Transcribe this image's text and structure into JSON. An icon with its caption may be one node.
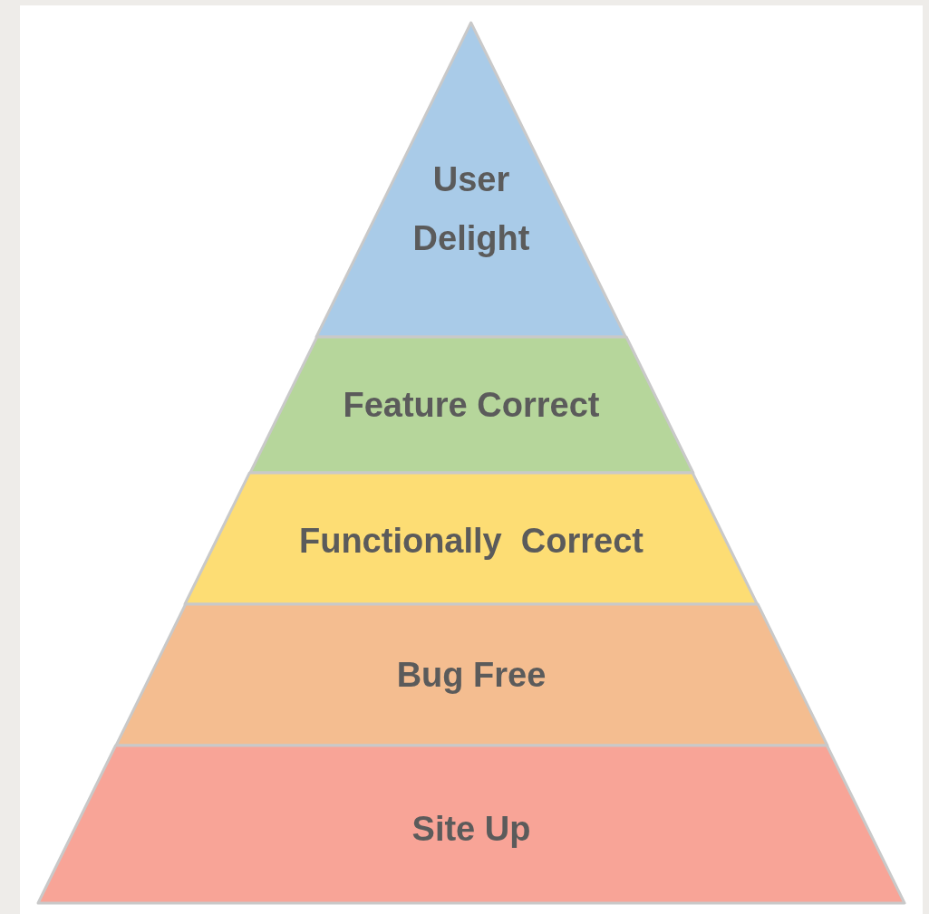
{
  "diagram": {
    "nodes": [
      {
        "text": [
          "User Delight"
        ]
      },
      {
        "text": [
          "Feature Correct"
        ]
      },
      {
        "text": [
          "Functionally  Correct"
        ]
      },
      {
        "text": [
          "Bug Free"
        ]
      },
      {
        "text": [
          "Site Up"
        ]
      }
    ]
  }
}
